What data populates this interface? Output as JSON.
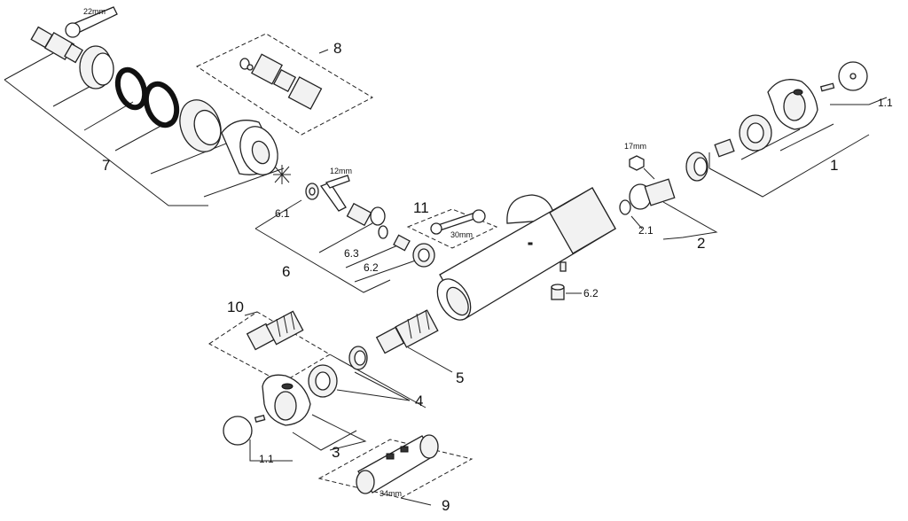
{
  "labels": {
    "p1": "1",
    "p1_1": "1.1",
    "p2": "2",
    "p2_1": "2.1",
    "p3": "3",
    "p3_1": "1.1",
    "p4": "4",
    "p5": "5",
    "p6": "6",
    "p6_1": "6.1",
    "p6_2": "6.2",
    "p6_3": "6.3",
    "p6_2b": "6.2",
    "p7": "7",
    "p8": "8",
    "p9": "9",
    "p10": "10",
    "p11": "11"
  },
  "tools": {
    "wrench_22": "22mm",
    "allen_12": "12mm",
    "hex_17": "17mm",
    "wrench_30": "30mm",
    "wrench_34": "34mm"
  }
}
